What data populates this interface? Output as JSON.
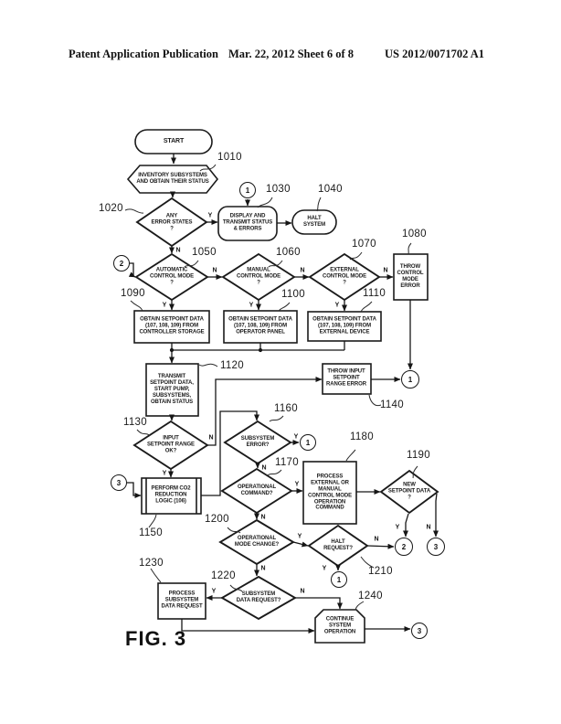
{
  "header": {
    "left": "Patent Application Publication",
    "center": "Mar. 22, 2012  Sheet 6 of 8",
    "right": "US 2012/0071702 A1"
  },
  "figure_caption": "FIG. 3",
  "branch": {
    "yes": "Y",
    "no": "N"
  },
  "connector_labels": {
    "c1": "1",
    "c2": "2",
    "c3": "3"
  },
  "nodes": {
    "start": {
      "text": "START"
    },
    "inventory": {
      "ref": "1010",
      "text": "INVENTORY SUBSYSTEMS\nAND OBTAIN THEIR STATUS"
    },
    "any_error": {
      "ref": "1020",
      "text": "ANY\nERROR STATES\n?"
    },
    "display_transmit": {
      "ref": "1030",
      "text": "DISPLAY AND\nTRANSMIT STATUS\n& ERRORS"
    },
    "halt_system": {
      "ref": "1040",
      "text": "HALT\nSYSTEM"
    },
    "automatic_mode": {
      "ref": "1050",
      "text": "AUTOMATIC\nCONTROL MODE\n?"
    },
    "manual_mode": {
      "ref": "1060",
      "text": "MANUAL\nCONTROL MODE\n?"
    },
    "external_mode": {
      "ref": "1070",
      "text": "EXTERNAL\nCONTROL MODE\n?"
    },
    "throw_control_error": {
      "ref": "1080",
      "text": "THROW\nCONTROL\nMODE\nERROR"
    },
    "obtain_controller": {
      "ref": "1090",
      "text": "OBTAIN SETPOINT DATA\n(107, 108, 109) FROM\nCONTROLLER STORAGE"
    },
    "obtain_operator": {
      "ref": "1100",
      "text": "OBTAIN SETPOINT DATA\n(107, 108, 109) FROM\nOPERATOR PANEL"
    },
    "obtain_external": {
      "ref": "1110",
      "text": "OBTAIN SETPOINT DATA\n(107, 108, 109) FROM\nEXTERNAL DEVICE"
    },
    "transmit_setpoint": {
      "ref": "1120",
      "text": "TRANSMIT\nSETPOINT DATA,\nSTART PUMP,\nSUBSYSTEMS,\nOBTAIN STATUS"
    },
    "input_range_ok": {
      "ref": "1130",
      "text": "INPUT\nSETPOINT RANGE\nOK?"
    },
    "throw_input_error": {
      "ref": "1140",
      "text": "THROW INPUT\nSETPOINT\nRANGE ERROR"
    },
    "co2_logic": {
      "ref": "1150",
      "text": "PERFORM CO2\nREDUCTION\nLOGIC (106)"
    },
    "subsystem_error": {
      "ref": "1160",
      "text": "SUBSYSTEM\nERROR?"
    },
    "operational_command": {
      "ref": "1170",
      "text": "OPERATIONAL\nCOMMAND?"
    },
    "process_command": {
      "ref": "1180",
      "text": "PROCESS\nEXTERNAL OR\nMANUAL\nCONTROL MODE\nOPERATION\nCOMMAND"
    },
    "new_setpoint": {
      "ref": "1190",
      "text": "NEW\nSETPOINT DATA\n?"
    },
    "operational_mode_change": {
      "ref": "1200",
      "text": "OPERATIONAL\nMODE CHANGE?"
    },
    "halt_request": {
      "ref": "1210",
      "text": "HALT\nREQUEST?"
    },
    "subsystem_data_request": {
      "ref": "1220",
      "text": "SUBSYSTEM\nDATA REQUEST?"
    },
    "process_subsystem": {
      "ref": "1230",
      "text": "PROCESS\nSUBSYSTEM\nDATA REQUEST"
    },
    "continue_operation": {
      "ref": "1240",
      "text": "CONTINUE\nSYSTEM\nOPERATION"
    }
  }
}
